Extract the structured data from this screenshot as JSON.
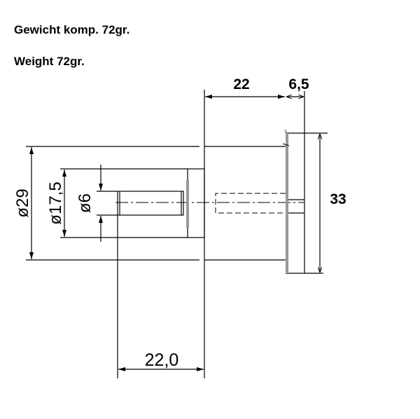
{
  "title_de": "Gewicht komp. 72gr.",
  "title_en": "Weight 72gr.",
  "dimensions": {
    "d29": "ø29",
    "d17_5": "ø17,5",
    "d6": "ø6",
    "len22": "22",
    "thick6_5": "6,5",
    "h33": "33",
    "len22_0": "22,0"
  }
}
